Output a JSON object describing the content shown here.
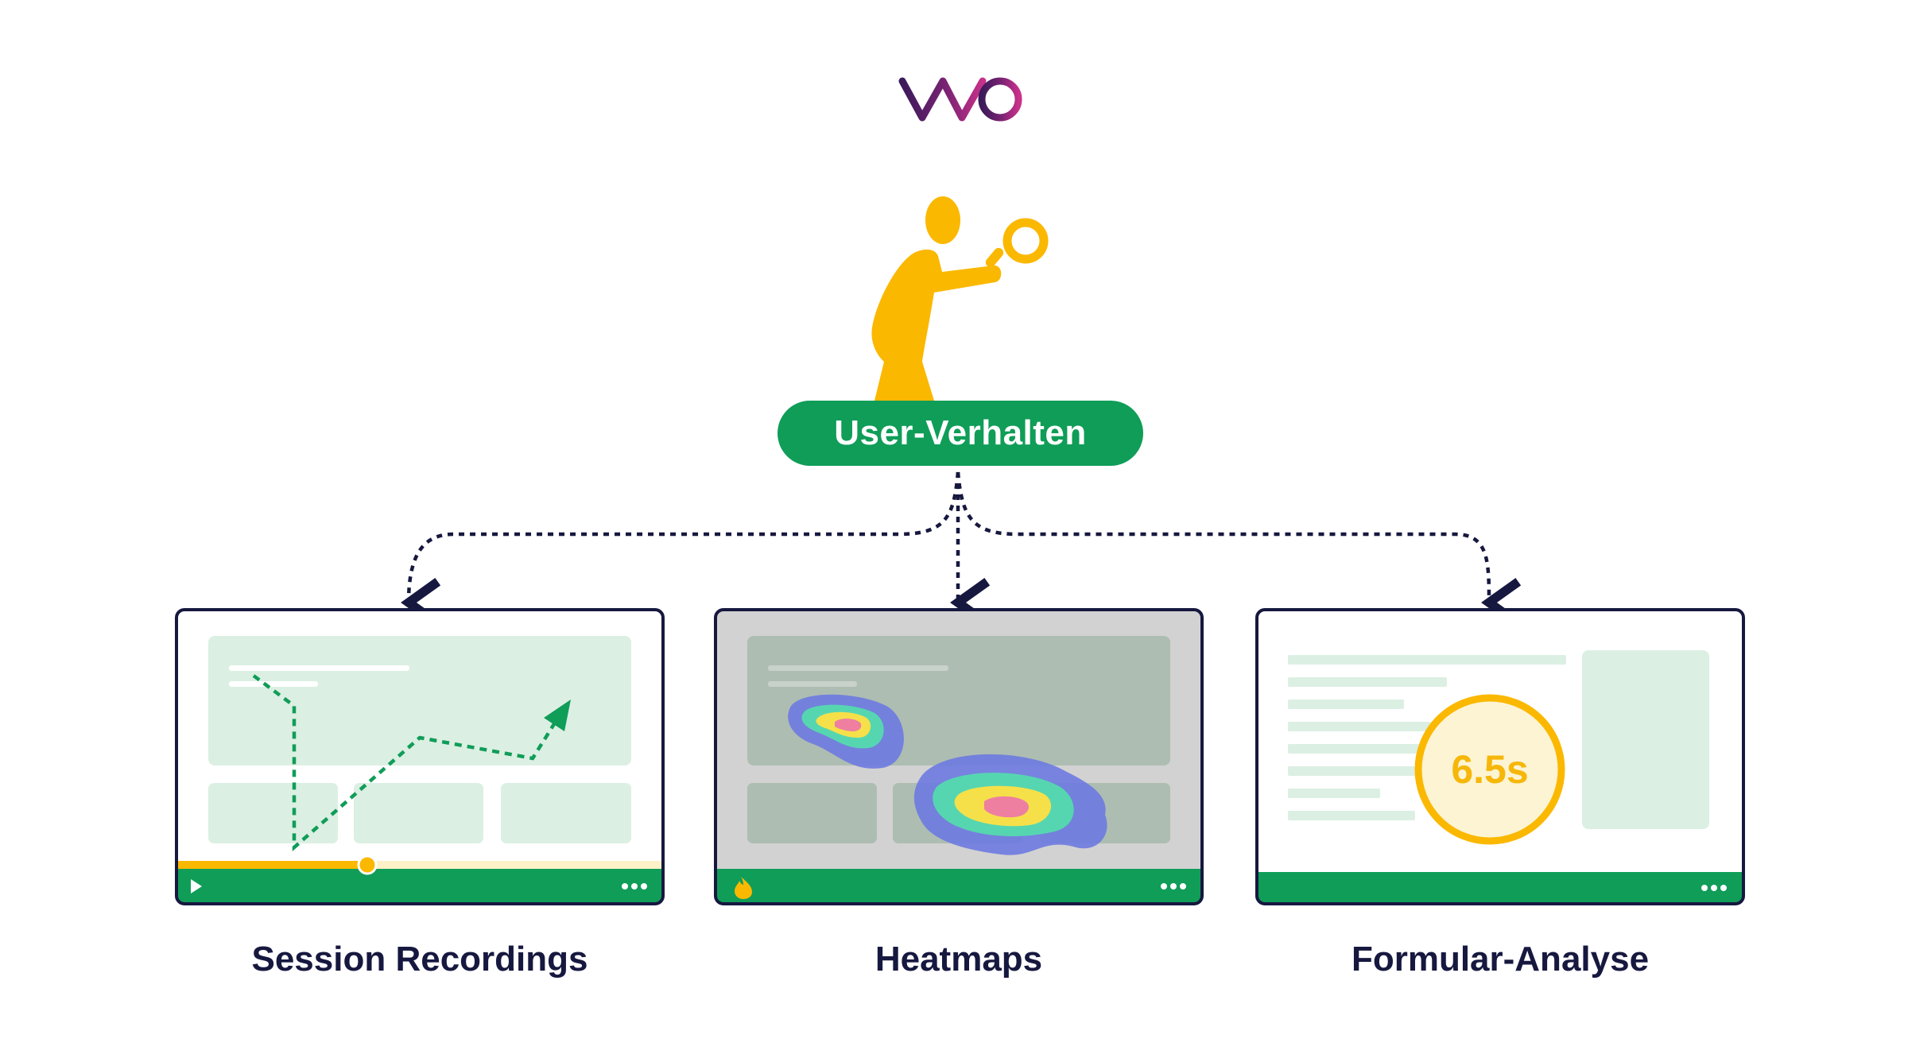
{
  "header": {
    "logo_text": "VWO"
  },
  "center": {
    "pill_label": "User-Verhalten",
    "figure_icon": "person-with-magnifier-icon"
  },
  "cards": [
    {
      "label": "Session Recordings",
      "footer_icon": "play-icon",
      "menu_icon": "more-dots-icon"
    },
    {
      "label": "Heatmaps",
      "footer_icon": "flame-icon",
      "menu_icon": "more-dots-icon"
    },
    {
      "label": "Formular-Analyse",
      "timer_value": "6.5s",
      "menu_icon": "more-dots-icon"
    }
  ],
  "colors": {
    "brand_green": "#0f9d58",
    "accent_yellow": "#fbb800",
    "navy": "#16183f",
    "light_green": "#dcefe3",
    "logo_dark": "#3b1a5a",
    "logo_pink": "#c7318a"
  }
}
